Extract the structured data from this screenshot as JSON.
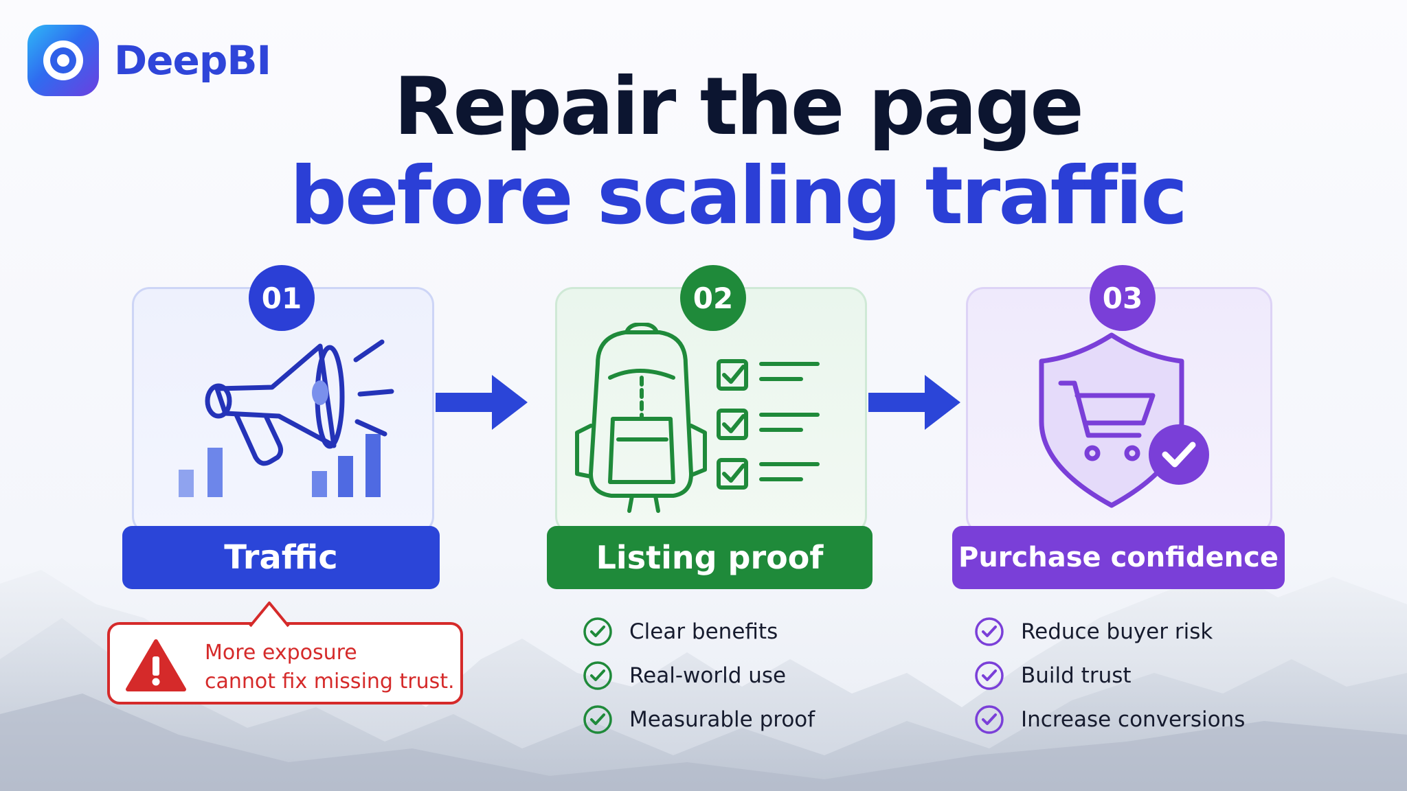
{
  "brand": {
    "name": "DeepBI",
    "logo_icon": "eye-ring-logo-icon"
  },
  "title": {
    "line1": "Repair the page",
    "line2": "before scaling traffic"
  },
  "colors": {
    "title_dark": "#0c1530",
    "title_blue": "#2b3fd6",
    "step1": "#2b45d8",
    "step2": "#1f8a3a",
    "step3": "#7a3fd8",
    "warning": "#d52a2a"
  },
  "steps": [
    {
      "number": "01",
      "label": "Traffic",
      "icon": "megaphone-bar-chart-icon"
    },
    {
      "number": "02",
      "label": "Listing proof",
      "icon": "backpack-checklist-icon"
    },
    {
      "number": "03",
      "label": "Purchase confidence",
      "icon": "shield-cart-check-icon"
    }
  ],
  "warning": {
    "icon": "warning-triangle-icon",
    "line1": "More exposure",
    "line2": "cannot fix missing trust."
  },
  "lists": {
    "listing_proof": [
      "Clear benefits",
      "Real-world use",
      "Measurable proof"
    ],
    "purchase_confidence": [
      "Reduce buyer risk",
      "Build trust",
      "Increase conversions"
    ]
  }
}
